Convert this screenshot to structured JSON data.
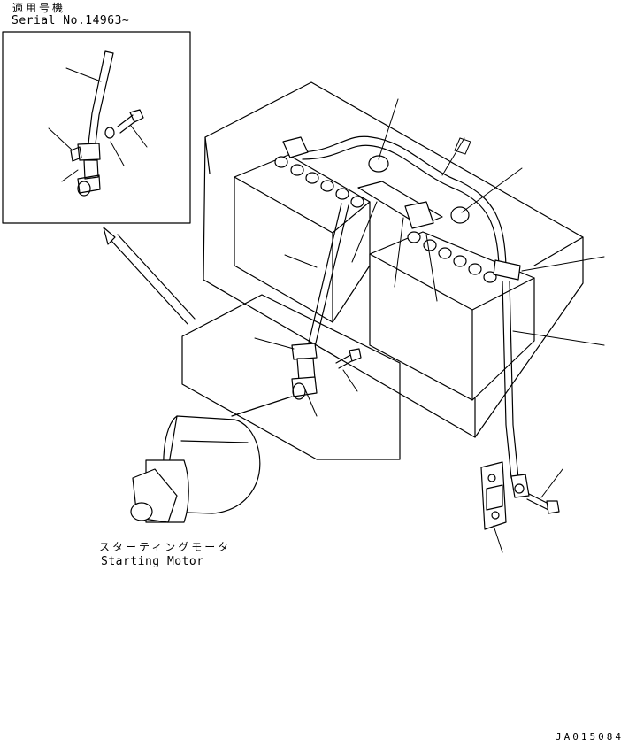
{
  "applicability": {
    "label_jp": "適用号機",
    "serial": "Serial No.14963~"
  },
  "motor_label": {
    "jp": "スターティングモータ",
    "en": "Starting Motor"
  },
  "drawing_id": "JA015084",
  "colors": {
    "line": "#000000",
    "background": "#ffffff"
  }
}
